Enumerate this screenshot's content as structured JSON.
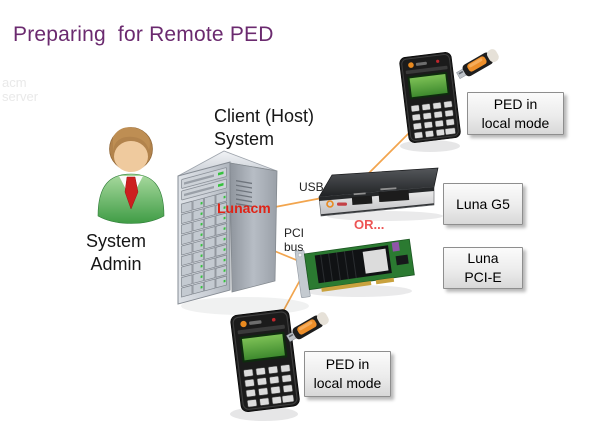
{
  "title": "Preparing  for Remote PED",
  "ghost_text": {
    "line1": "acm",
    "line2": "server"
  },
  "diagram": {
    "client_label": {
      "line1": "Client (Host)",
      "line2": "System"
    },
    "admin_label": {
      "line1": "System",
      "line2": "Admin"
    },
    "server_app": "Lunacm",
    "usb_label": "USB",
    "pci_label": {
      "line1": "PCI",
      "line2": "bus"
    },
    "or_label": "OR...",
    "boxes": {
      "ped_top": {
        "line1": "PED in",
        "line2": "local mode"
      },
      "luna_g5": "Luna G5",
      "luna_pcie": {
        "line1": "Luna",
        "line2": "PCI-E"
      },
      "ped_bottom": {
        "line1": "PED in",
        "line2": "local mode"
      }
    }
  },
  "icons": {
    "server": "server-tower-icon",
    "admin": "person-icon",
    "hsm_usb": "luna-g5-icon",
    "hsm_pci": "pci-card-icon",
    "ped": "ped-device-icon",
    "usb_stick": "usb-stick-icon"
  },
  "colors": {
    "title_purple": "#6B2A6F",
    "connector_orange": "#F2A54E",
    "lunacm_red": "#E02316",
    "or_red": "#ED5454",
    "led_green": "#35C23D",
    "screen_green": "#5FA53C"
  }
}
